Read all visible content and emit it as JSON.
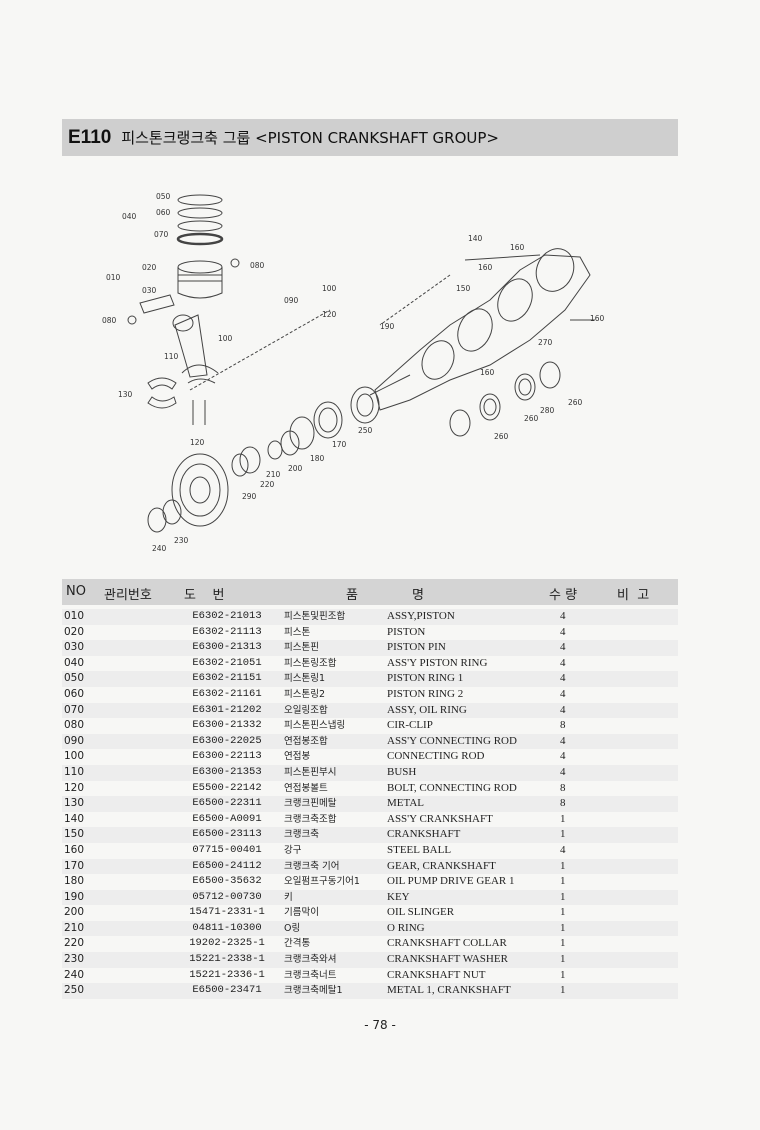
{
  "header": {
    "code": "E110",
    "title": "피스톤크랭크축 그룹 <PISTON CRANKSHAFT GROUP>"
  },
  "diagram": {
    "callouts": [
      "050",
      "040",
      "060",
      "070",
      "080",
      "010",
      "020",
      "030",
      "080",
      "090",
      "100",
      "120",
      "110",
      "100",
      "130",
      "120",
      "140",
      "160",
      "160",
      "150",
      "190",
      "160",
      "270",
      "160",
      "280",
      "260",
      "260",
      "260",
      "250",
      "170",
      "180",
      "200",
      "210",
      "220",
      "290",
      "230",
      "240"
    ]
  },
  "table": {
    "headers": {
      "no": "NO",
      "mgmt": "관리번호",
      "drawing": "도    번",
      "item": "품",
      "name": "명",
      "qty": "수 량",
      "remark": "비  고"
    },
    "rows": [
      {
        "no": "010",
        "part": "E6302-21013",
        "kr": "피스톤및핀조합",
        "en": "ASSY,PISTON",
        "qty": "4"
      },
      {
        "no": "020",
        "part": "E6302-21113",
        "kr": "피스톤",
        "en": "PISTON",
        "qty": "4"
      },
      {
        "no": "030",
        "part": "E6300-21313",
        "kr": "피스톤핀",
        "en": "PISTON PIN",
        "qty": "4"
      },
      {
        "no": "040",
        "part": "E6302-21051",
        "kr": "피스톤링조합",
        "en": "ASS'Y PISTON RING",
        "qty": "4"
      },
      {
        "no": "050",
        "part": "E6302-21151",
        "kr": "피스톤링1",
        "en": "PISTON RING 1",
        "qty": "4"
      },
      {
        "no": "060",
        "part": "E6302-21161",
        "kr": "피스톤링2",
        "en": "PISTON RING 2",
        "qty": "4"
      },
      {
        "no": "070",
        "part": "E6301-21202",
        "kr": "오일링조합",
        "en": "ASSY, OIL RING",
        "qty": "4"
      },
      {
        "no": "080",
        "part": "E6300-21332",
        "kr": "피스톤핀스냅링",
        "en": "CIR-CLIP",
        "qty": "8"
      },
      {
        "no": "090",
        "part": "E6300-22025",
        "kr": "연접봉조합",
        "en": "ASS'Y CONNECTING ROD",
        "qty": "4"
      },
      {
        "no": "100",
        "part": "E6300-22113",
        "kr": "연접봉",
        "en": "CONNECTING ROD",
        "qty": "4"
      },
      {
        "no": "110",
        "part": "E6300-21353",
        "kr": "피스톤핀부시",
        "en": "BUSH",
        "qty": "4"
      },
      {
        "no": "120",
        "part": "E5500-22142",
        "kr": "연접봉볼트",
        "en": "BOLT, CONNECTING ROD",
        "qty": "8"
      },
      {
        "no": "130",
        "part": "E6500-22311",
        "kr": "크랭크핀메탈",
        "en": "METAL",
        "qty": "8"
      },
      {
        "no": "140",
        "part": "E6500-A0091",
        "kr": "크랭크축조합",
        "en": "ASS'Y CRANKSHAFT",
        "qty": "1"
      },
      {
        "no": "150",
        "part": "E6500-23113",
        "kr": "크랭크축",
        "en": "CRANKSHAFT",
        "qty": "1"
      },
      {
        "no": "160",
        "part": "07715-00401",
        "kr": "강구",
        "en": "STEEL BALL",
        "qty": "4"
      },
      {
        "no": "170",
        "part": "E6500-24112",
        "kr": "크랭크축 기어",
        "en": "GEAR, CRANKSHAFT",
        "qty": "1"
      },
      {
        "no": "180",
        "part": "E6500-35632",
        "kr": "오일펌프구동기어1",
        "en": "OIL PUMP DRIVE GEAR 1",
        "qty": "1"
      },
      {
        "no": "190",
        "part": "05712-00730",
        "kr": "키",
        "en": "KEY",
        "qty": "1"
      },
      {
        "no": "200",
        "part": "15471-2331-1",
        "kr": "기름막이",
        "en": "OIL SLINGER",
        "qty": "1"
      },
      {
        "no": "210",
        "part": "04811-10300",
        "kr": "O링",
        "en": "O RING",
        "qty": "1"
      },
      {
        "no": "220",
        "part": "19202-2325-1",
        "kr": "간격통",
        "en": "CRANKSHAFT COLLAR",
        "qty": "1"
      },
      {
        "no": "230",
        "part": "15221-2338-1",
        "kr": "크랭크축와셔",
        "en": "CRANKSHAFT WASHER",
        "qty": "1"
      },
      {
        "no": "240",
        "part": "15221-2336-1",
        "kr": "크랭크축너트",
        "en": "CRANKSHAFT NUT",
        "qty": "1"
      },
      {
        "no": "250",
        "part": "E6500-23471",
        "kr": "크랭크축메탈1",
        "en": "METAL 1, CRANKSHAFT",
        "qty": "1"
      }
    ]
  },
  "footer": {
    "page": "- 78 -"
  }
}
